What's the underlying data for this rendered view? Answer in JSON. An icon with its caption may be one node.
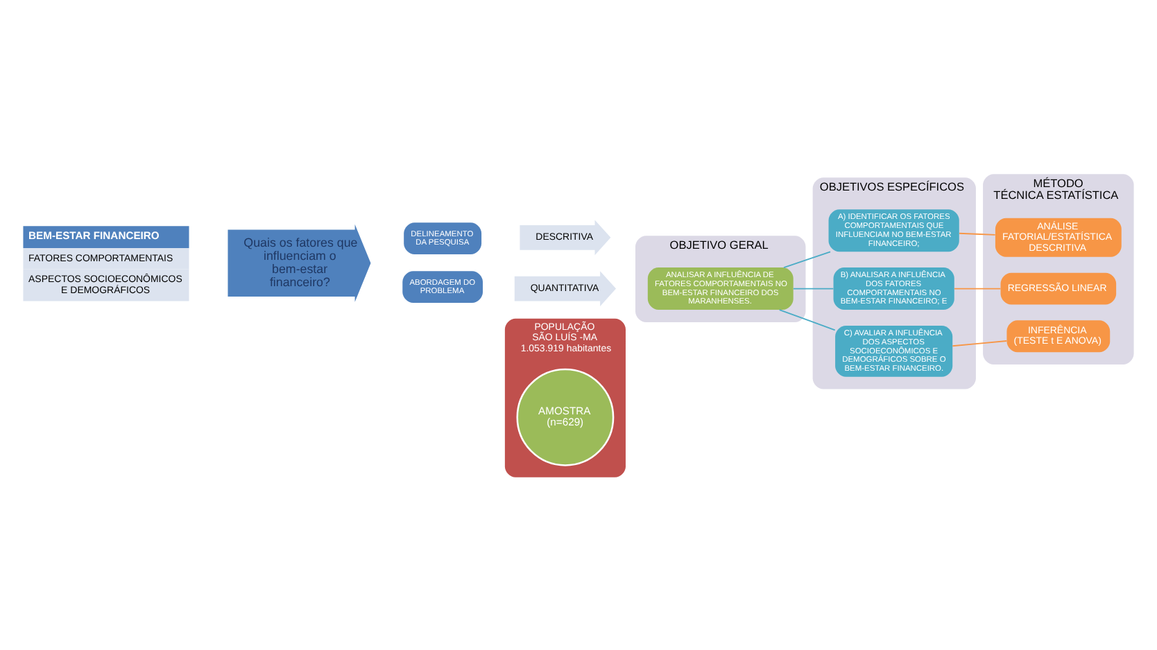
{
  "diagram": {
    "nodes": [
      {
        "text": [
          "BEM-ESTAR FINANCEIRO",
          "FATORES COMPORTAMENTAIS",
          "ASPECTOS SOCIOECONÔMICOS E DEMOGRÁFICOS"
        ]
      },
      {
        "text": [
          "Quais os fatores que influenciam o bem-estar financeiro?"
        ]
      },
      {
        "text": [
          "POPULAÇÃO",
          "SÃO LUÍS -MA",
          "1.053.919 habitantes"
        ]
      },
      {
        "text": [
          "AMOSTRA",
          "(n=629)"
        ],
        "in": 2
      },
      {
        "text": [
          "DELINEAMENTO DA PESQUISA"
        ]
      },
      {
        "text": [
          "DESCRITIVA"
        ]
      },
      {
        "text": [
          "ABORDAGEM DO PROBLEMA"
        ]
      },
      {
        "text": [
          "QUANTITATIVA"
        ]
      },
      {
        "text": [
          "OBJETIVO GERAL"
        ]
      },
      {
        "text": [
          "ANALISAR A INFLUÊNCIA DE FATORES COMPORTAMENTAIS NO BEM-ESTAR FINANCEIRO DOS MARANHENSES."
        ],
        "in": 8
      },
      {
        "text": [
          "OBJETIVOS ESPECÍFICOS"
        ]
      },
      {
        "text": [
          "A) IDENTIFICAR OS FATORES COMPORTAMENTAIS QUE INFLUENCIAM NO BEM-ESTAR FINANCEIRO;"
        ],
        "in": 10
      },
      {
        "text": [
          "B) ANALISAR A INFLUÊNCIA DOS FATORES COMPORTAMENTAIS NO BEM-ESTAR FINANCEIRO; E"
        ],
        "in": 10
      },
      {
        "text": [
          "C) AVALIAR A INFLUÊNCIA DOS ASPECTOS SOCIOECONÔMICOS E DEMOGRÁFICOS SOBRE O BEM-ESTAR FINANCEIRO."
        ],
        "in": 10
      },
      {
        "text": [
          "MÉTODO",
          "TÉCNICA ESTATÍSTICA"
        ]
      },
      {
        "text": [
          "ANÁLISE FATORIAL/ESTATÍSTICA DESCRITIVA"
        ],
        "in": 14
      },
      {
        "text": [
          "REGRESSÃO LINEAR"
        ],
        "in": 14
      },
      {
        "text": [
          "INFERÊNCIA",
          "(TESTE t E ANOVA)"
        ],
        "in": 14
      }
    ],
    "edges": [
      {
        "from": 9,
        "to": 11,
        "arrow": "none"
      },
      {
        "from": 9,
        "to": 12,
        "arrow": "none"
      },
      {
        "from": 9,
        "to": 13,
        "arrow": "none"
      },
      {
        "from": 11,
        "to": 15,
        "arrow": "none",
        "color": "#f79646"
      },
      {
        "from": 12,
        "to": 16,
        "arrow": "none",
        "color": "#f79646"
      },
      {
        "from": 13,
        "to": 17,
        "arrow": "none",
        "color": "#f79646"
      }
    ]
  }
}
